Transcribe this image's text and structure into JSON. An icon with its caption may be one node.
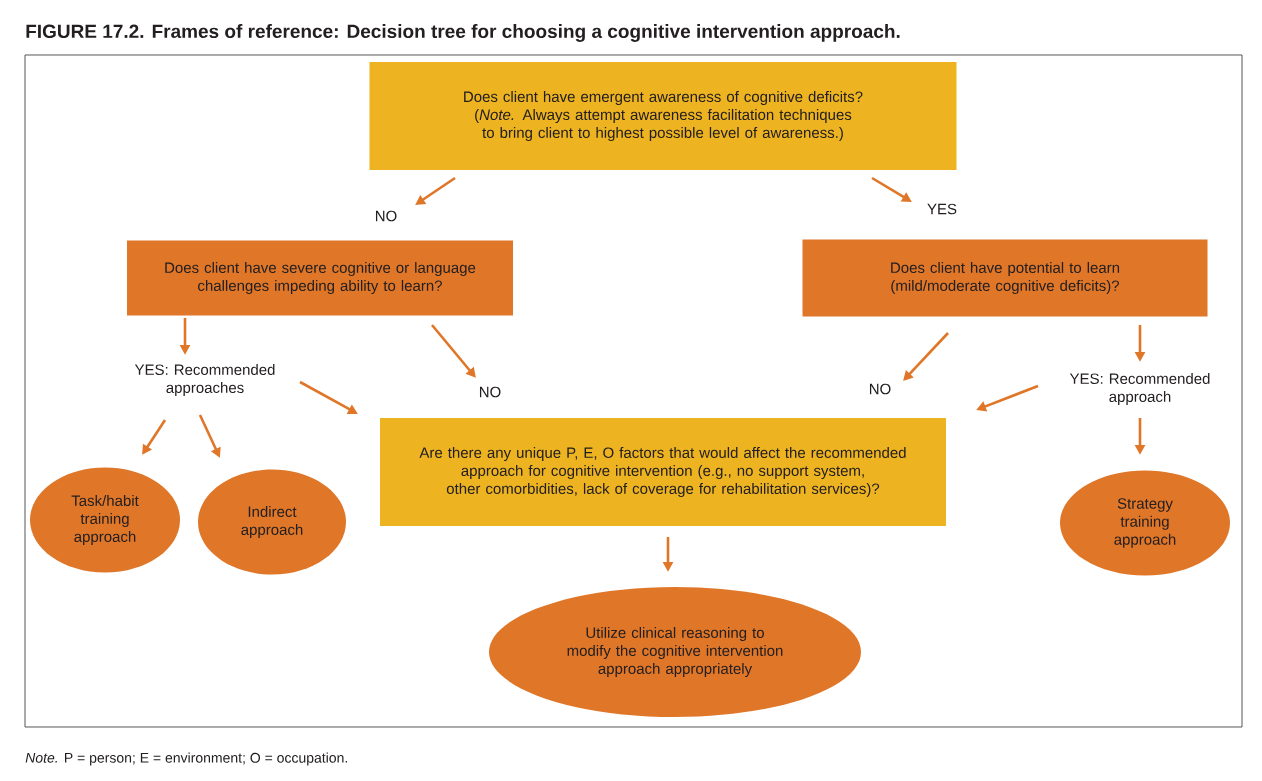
{
  "diagram": {
    "title": "FIGURE 17.2. Frames of reference: Decision tree for choosing a cognitive intervention approach.",
    "caption": "*Note.* P = person; E = environment; O = occupation.",
    "nodes": [
      {
        "text": [
          "Does client have emergent awareness of cognitive deficits?",
          "(*Note.* Always attempt awareness facilitation techniques to bring client to highest possible level of awareness.)"
        ]
      },
      {
        "text": [
          "NO"
        ]
      },
      {
        "text": [
          "YES"
        ]
      },
      {
        "text": [
          "Does client have severe cognitive or language challenges impeding ability to learn?"
        ]
      },
      {
        "text": [
          "Does client have potential to learn (mild/moderate cognitive deficits)?"
        ]
      },
      {
        "text": [
          "YES: Recommended approaches"
        ]
      },
      {
        "text": [
          "NO"
        ]
      },
      {
        "text": [
          "NO"
        ]
      },
      {
        "text": [
          "YES: Recommended approach"
        ]
      },
      {
        "text": [
          "Are there any unique P, E, O factors that would affect the recommended approach for cognitive intervention (e.g., no support system, other comorbidities, lack of coverage for rehabilitation services)?"
        ]
      },
      {
        "text": [
          "Task/habit training approach"
        ]
      },
      {
        "text": [
          "Indirect approach"
        ]
      },
      {
        "text": [
          "Strategy training approach"
        ]
      },
      {
        "text": [
          "Utilize clinical reasoning to modify the cognitive intervention approach appropriately"
        ]
      }
    ],
    "edges": [
      {
        "from": 0,
        "to": 1,
        "arrow": "to"
      },
      {
        "from": 0,
        "to": 2,
        "arrow": "to"
      },
      {
        "from": 3,
        "to": 5,
        "arrow": "to"
      },
      {
        "from": 3,
        "to": 6,
        "arrow": "to"
      },
      {
        "from": 4,
        "to": 7,
        "arrow": "to"
      },
      {
        "from": 4,
        "to": 8,
        "arrow": "to"
      },
      {
        "from": 5,
        "to": 9,
        "arrow": "to"
      },
      {
        "from": 8,
        "to": 9,
        "arrow": "to"
      },
      {
        "from": 5,
        "to": 10,
        "arrow": "to"
      },
      {
        "from": 5,
        "to": 11,
        "arrow": "to"
      },
      {
        "from": 8,
        "to": 12,
        "arrow": "to"
      },
      {
        "from": 9,
        "to": 13,
        "arrow": "to"
      }
    ]
  }
}
